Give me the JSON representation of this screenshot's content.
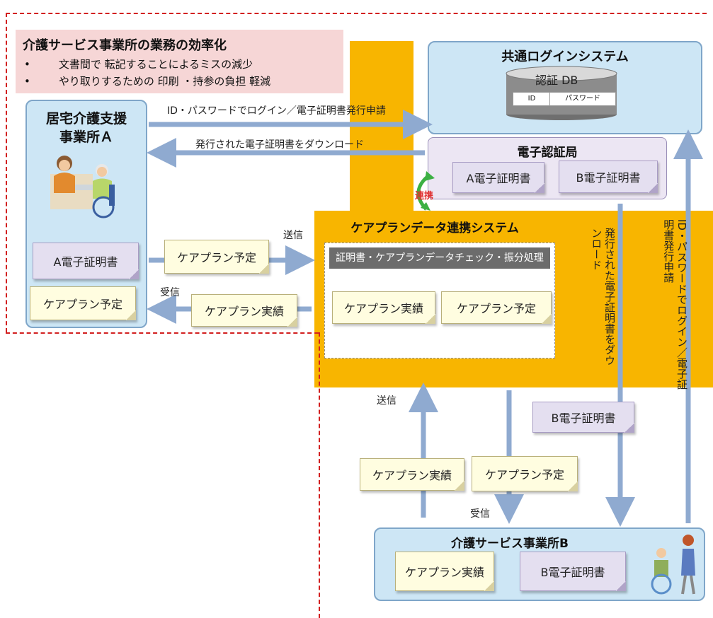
{
  "banner": {
    "title": "介護サービス事業所の業務の効率化",
    "bullets": [
      "文書間で 転記することによるミスの減少",
      "やり取りするための 印刷 ・持参の負担 軽減"
    ]
  },
  "office_a": {
    "title_line1": "居宅介護支援",
    "title_line2": "事業所Ａ",
    "cert": "A電子証明書",
    "plan": "ケアプラン予定"
  },
  "login_system": {
    "title": "共通ログインシステム",
    "db_label": "認証 DB",
    "db_field_id": "ID",
    "db_field_pw": "パスワード"
  },
  "cert_authority": {
    "title": "電子認証局",
    "cert_a": "A電子証明書",
    "cert_b": "B電子証明書"
  },
  "link_label": "連携",
  "careplan_system": {
    "title": "ケアプランデータ連携システム",
    "process": "証明書・ケアプランデータチェック・振分処理",
    "actual": "ケアプラン実績",
    "planned": "ケアプラン予定"
  },
  "flows": {
    "login_request": "ID・パスワードでログイン／電子証明書発行申請",
    "download_cert": "発行された電子証明書をダウンロード",
    "send_a": "送信",
    "receive_a": "受信",
    "plan_sent": "ケアプラン予定",
    "actual_received": "ケアプラン実績",
    "send_b": "送信",
    "receive_b": "受信",
    "actual_b_flow": "ケアプラン実績",
    "planned_b_flow": "ケアプラン予定",
    "vertical_download": "発行された電子証明書をダウンロード",
    "vertical_login": "ID・パスワードでログイン／電子証明書発行申請",
    "cert_b_flow": "B電子証明書"
  },
  "office_b": {
    "title": "介護サービス事業所B",
    "actual": "ケアプラン実績",
    "cert": "B電子証明書"
  },
  "colors": {
    "orange": "#f8b500",
    "blue_box": "#cde6f5",
    "dash_red": "#d22020",
    "arrow": "#8faad0"
  }
}
